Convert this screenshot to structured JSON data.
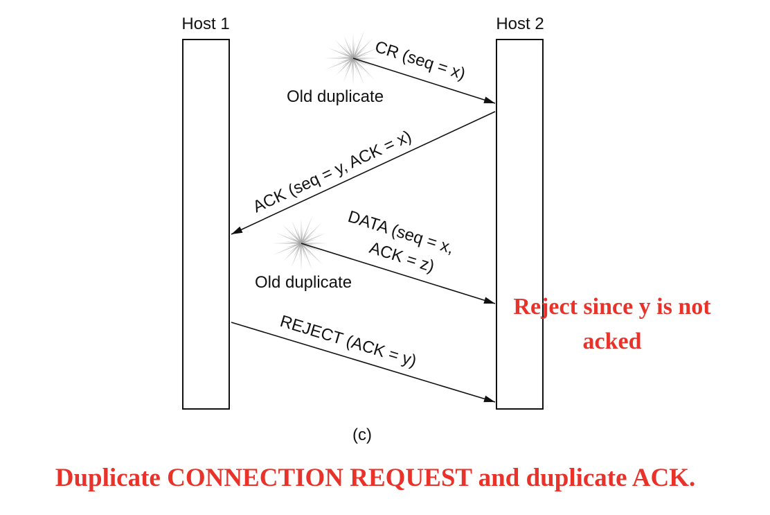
{
  "hosts": {
    "left": "Host 1",
    "right": "Host 2"
  },
  "messages": {
    "cr": "CR (seq = x)",
    "ack": "ACK (seq = y, ACK = x)",
    "data_line1": "DATA (seq = x,",
    "data_line2": "ACK = z)",
    "reject": "REJECT (ACK = y)"
  },
  "old_duplicate_1": "Old duplicate",
  "old_duplicate_2": "Old duplicate",
  "note_line1": "Reject since y is not",
  "note_line2": "acked",
  "subfigure_label": "(c)",
  "caption": "Duplicate CONNECTION REQUEST and duplicate ACK.",
  "colors": {
    "annotation": "#e8322a",
    "line": "#111111",
    "burst": "#9a9a9a"
  }
}
